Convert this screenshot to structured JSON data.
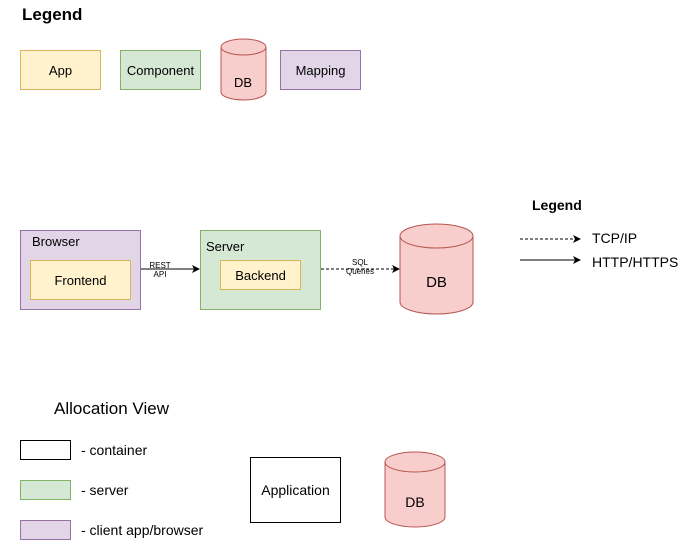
{
  "top_legend": {
    "title": "Legend",
    "app": "App",
    "component": "Component",
    "db": "DB",
    "mapping": "Mapping"
  },
  "architecture": {
    "browser": "Browser",
    "frontend": "Frontend",
    "rest_api_line1": "REST",
    "rest_api_line2": "API",
    "server": "Server",
    "backend": "Backend",
    "sql_line1": "SQL",
    "sql_line2": "Queries",
    "db": "DB"
  },
  "connection_legend": {
    "title": "Legend",
    "tcp": "TCP/IP",
    "http": "HTTP/HTTPS"
  },
  "allocation_view": {
    "title": "Allocation View",
    "container": "- container",
    "server": "- server",
    "client": "- client app/browser",
    "application": "Application",
    "db": "DB"
  },
  "colors": {
    "app_fill": "#fff2cc",
    "app_stroke": "#d6b656",
    "component_fill": "#d5e8d4",
    "component_stroke": "#82b366",
    "db_fill": "#f8cecc",
    "db_stroke": "#b85450",
    "mapping_fill": "#e1d5e7",
    "mapping_stroke": "#9673a6"
  }
}
